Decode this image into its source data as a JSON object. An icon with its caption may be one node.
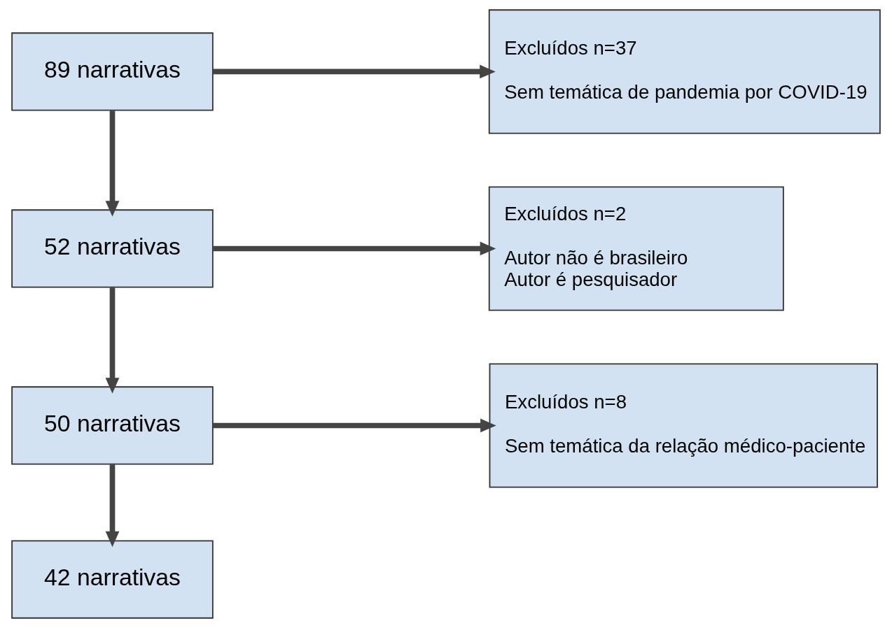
{
  "diagram": {
    "nodes": [
      {
        "text": [
          "89 narrativas"
        ]
      },
      {
        "text": [
          "Excluídos n=37",
          "Sem temática de pandemia por COVID-19"
        ]
      },
      {
        "text": [
          "52 narrativas"
        ]
      },
      {
        "text": [
          "Excluídos n=2",
          "Autor não é brasileiro",
          "Autor é pesquisador"
        ]
      },
      {
        "text": [
          "50 narrativas"
        ]
      },
      {
        "text": [
          "Excluídos n=8",
          "Sem temática da relação médico-paciente"
        ]
      },
      {
        "text": [
          "42 narrativas"
        ]
      }
    ],
    "edges": [
      {
        "from": 0,
        "to": 1,
        "arrow": "to"
      },
      {
        "from": 0,
        "to": 2,
        "arrow": "to"
      },
      {
        "from": 2,
        "to": 3,
        "arrow": "to"
      },
      {
        "from": 2,
        "to": 4,
        "arrow": "to"
      },
      {
        "from": 4,
        "to": 5,
        "arrow": "to"
      },
      {
        "from": 4,
        "to": 6,
        "arrow": "to"
      }
    ]
  }
}
